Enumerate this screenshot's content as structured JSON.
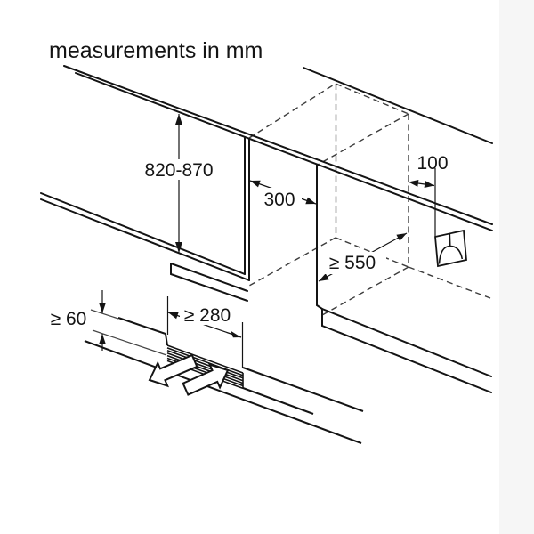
{
  "title": "measurements in mm",
  "dimensions": {
    "height": "820-870",
    "niche_width": "300",
    "socket_offset": "100",
    "niche_depth": "≥ 550",
    "plinth_vent_height": "≥ 60",
    "vent_cross_section": "≥ 280"
  },
  "icons": {
    "socket": "power-socket-icon",
    "airflow_out": "airflow-out-arrow",
    "airflow_in": "airflow-in-arrow"
  },
  "colors": {
    "line": "#141414",
    "dashed": "#3c3c3c",
    "thin_gray": "#444444",
    "background": "#ffffff",
    "right_margin": "#f6f6f6"
  }
}
